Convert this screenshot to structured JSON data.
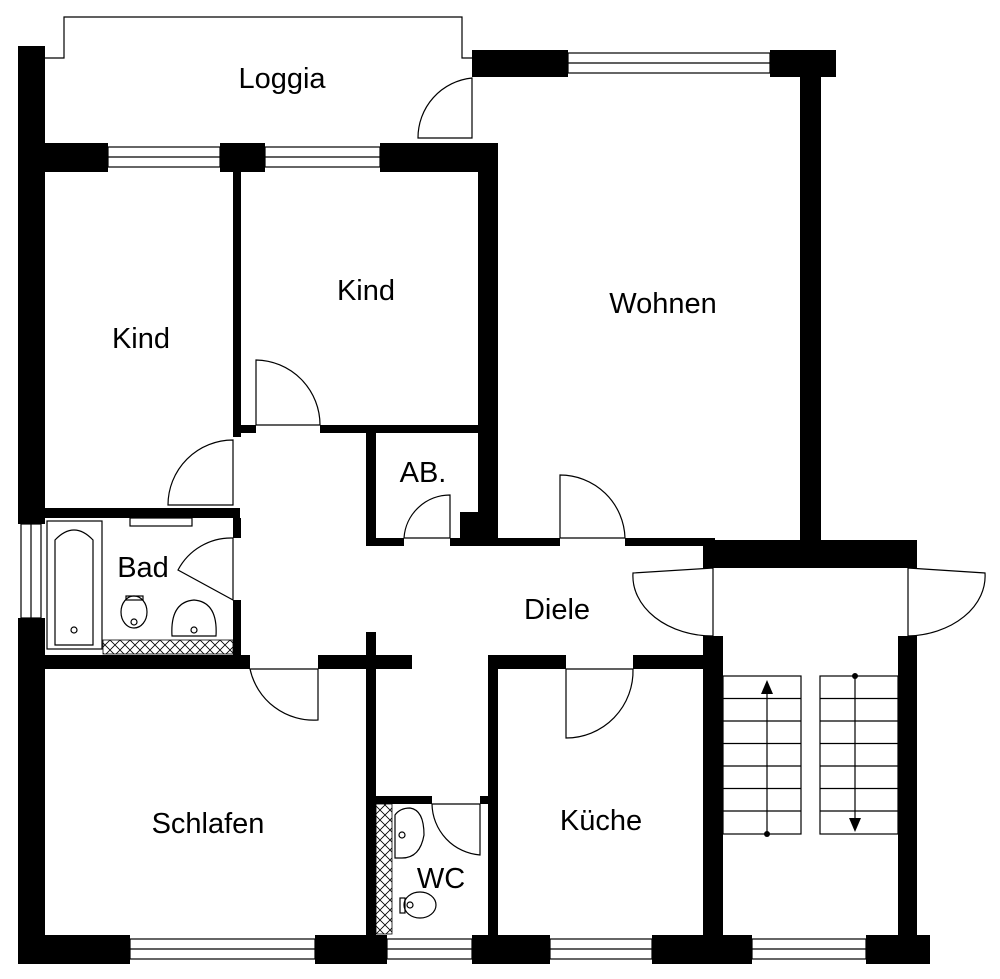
{
  "rooms": {
    "loggia": "Loggia",
    "kind_left": "Kind",
    "kind_middle": "Kind",
    "wohnen": "Wohnen",
    "abstell": "AB.",
    "bad": "Bad",
    "diele": "Diele",
    "schlafen": "Schlafen",
    "kueche": "Küche",
    "wc": "WC"
  },
  "colors": {
    "wall": "#000000",
    "background": "#ffffff"
  }
}
